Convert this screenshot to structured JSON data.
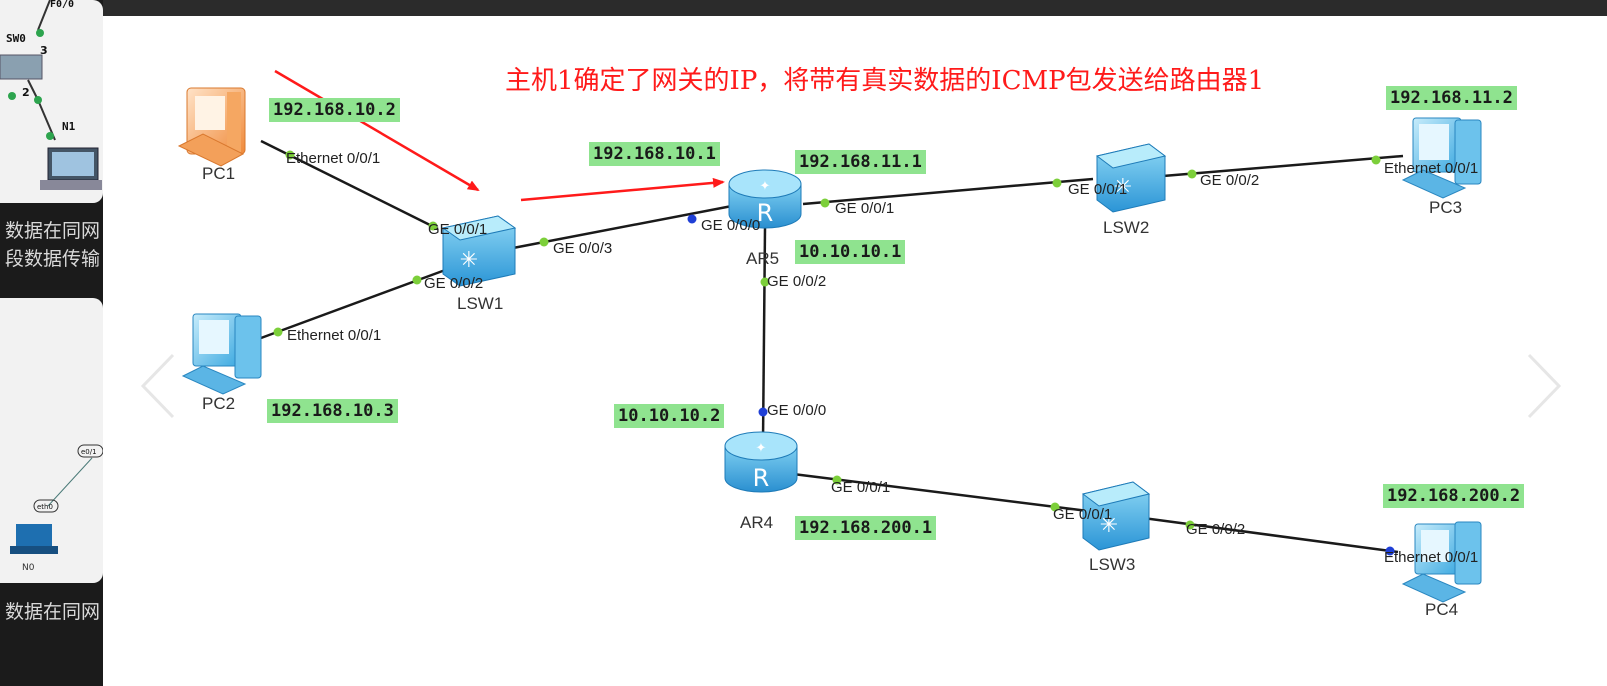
{
  "annotation": "主机1确定了网关的IP，将带有真实数据的ICMP包发送给路由器1",
  "devices": {
    "pc1": "PC1",
    "pc2": "PC2",
    "pc3": "PC3",
    "pc4": "PC4",
    "lsw1": "LSW1",
    "lsw2": "LSW2",
    "lsw3": "LSW3",
    "ar5": "AR5",
    "ar4": "AR4"
  },
  "ip_labels": {
    "pc1": "192.168.10.2",
    "pc2": "192.168.10.3",
    "ar5_g000": "192.168.10.1",
    "ar5_g001": "192.168.11.1",
    "ar5_g002": "10.10.10.1",
    "ar4_g000": "10.10.10.2",
    "ar4_g001": "192.168.200.1",
    "pc3": "192.168.11.2",
    "pc4": "192.168.200.2"
  },
  "ports": {
    "pc1_eth": "Ethernet 0/0/1",
    "lsw1_g001": "GE 0/0/1",
    "pc2_eth": "Ethernet 0/0/1",
    "lsw1_g002": "GE 0/0/2",
    "lsw1_g003": "GE 0/0/3",
    "ar5_g000": "GE 0/0/0",
    "ar5_g001": "GE 0/0/1",
    "ar5_g002": "GE 0/0/2",
    "lsw2_g001": "GE 0/0/1",
    "lsw2_g002": "GE 0/0/2",
    "pc3_eth": "Ethernet 0/0/1",
    "ar4_g000": "GE 0/0/0",
    "ar4_g001": "GE 0/0/1",
    "lsw3_g001": "GE 0/0/1",
    "lsw3_g002": "GE 0/0/2",
    "pc4_eth": "Ethernet 0/0/1"
  },
  "sidebar": {
    "thumb1_caption_line1": "数据在同网",
    "thumb1_caption_line2": "段数据传输",
    "thumb2_caption": "数据在同网",
    "thumb1_labels": {
      "sw": "SW0",
      "port_top": "F0/0",
      "port3": "3",
      "port2": "2",
      "n1": "N1"
    },
    "thumb2_labels": {
      "eth0": "eth0",
      "e0": "e0/1",
      "n0": "N0"
    }
  },
  "colors": {
    "ip_label_bg": "#8fe38f",
    "annotation": "#ff1a1a",
    "port_dot_green": "#7ccf3a",
    "port_dot_blue": "#1f3fd6",
    "device_blue": "#3aa8e0"
  }
}
